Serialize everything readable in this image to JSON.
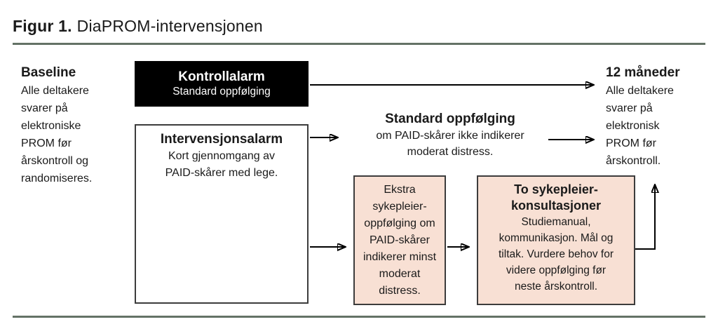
{
  "title": {
    "label": "Figur 1.",
    "caption": "DiaPROM-intervensjonen"
  },
  "baseline": {
    "heading": "Baseline",
    "body": "Alle deltakere\nsvarer på\nelektroniske\nPROM før\nårskontroll og\nrandomiseres."
  },
  "control_alarm": {
    "heading": "Kontrollalarm",
    "body": "Standard oppfølging"
  },
  "intervention_alarm": {
    "heading": "Intervensjonsalarm",
    "body": "Kort gjennomgang av\nPAID-skårer med lege."
  },
  "standard_followup": {
    "heading": "Standard oppfølging",
    "body": "om PAID-skårer ikke indikerer\nmoderat distress."
  },
  "extra_followup": {
    "body": "Ekstra\nsykepleier-\noppfølging om\nPAID-skårer\nindikerer minst\nmoderat\ndistress."
  },
  "nurse_consultations": {
    "heading": "To sykepleier-\nkonsultasjoner",
    "body": "Studiemanual,\nkommunikasjon. Mål og\ntiltak. Vurdere behov for\nvidere oppfølging før\nneste årskontroll."
  },
  "twelve_months": {
    "heading": "12 måneder",
    "body": "Alle deltakere\nsvarer på\nelektronisk\nPROM før\nårskontroll."
  },
  "colors": {
    "rule": "#647266",
    "box_black": "#000000",
    "box_pink": "#f8e0d4",
    "box_border": "#3c3c3c",
    "arrow": "#000000"
  }
}
